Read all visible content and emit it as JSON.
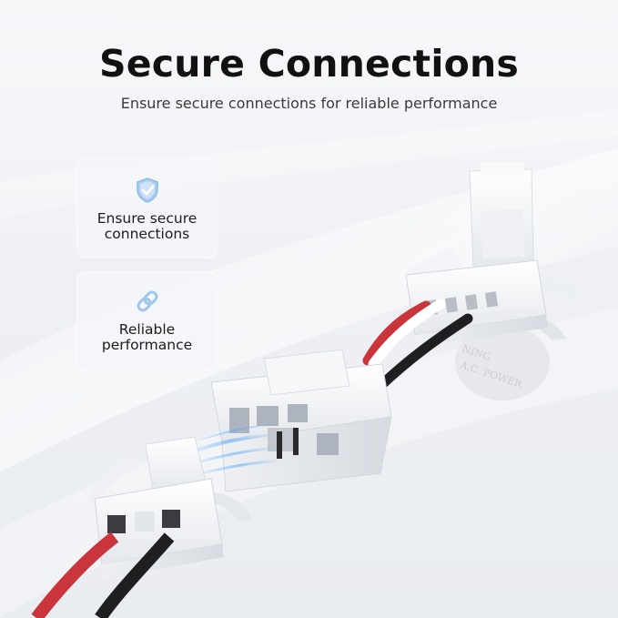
{
  "header": {
    "title": "Secure Connections",
    "subtitle": "Ensure secure connections for reliable performance"
  },
  "features": [
    {
      "icon": "shield-check-icon",
      "label": "Ensure secure\nconnections"
    },
    {
      "icon": "chain-link-icon",
      "label": "Reliable\nperformance"
    }
  ],
  "product": {
    "molded_text_1": "NING",
    "molded_text_2": "A.C. POWER"
  },
  "colors": {
    "accent_icon": "#9fc7ea",
    "wire_red": "#c9353a",
    "wire_black": "#1f1f22",
    "connector_white": "#f6f7f9"
  }
}
